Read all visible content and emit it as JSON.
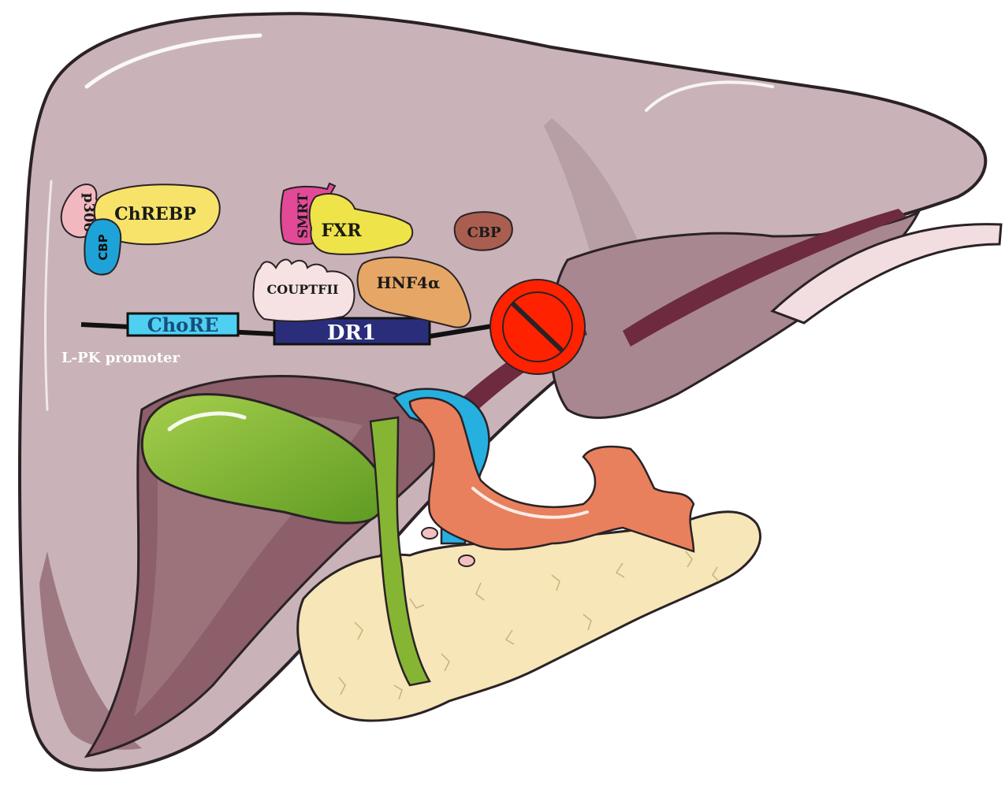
{
  "diagram": {
    "labels": {
      "p300": "p300",
      "cbp_left": "CBP",
      "chrebp": "ChREBP",
      "smrt": "SMRT",
      "fxr": "FXR",
      "cbp_right": "CBP",
      "couptfii": "COUPTFII",
      "hnf4a": "HNF4α",
      "chore": "ChoRE",
      "dr1": "DR1",
      "promoter": "L-PK promoter"
    },
    "colors": {
      "liver_fill": "#c9b3b8",
      "liver_outline": "#2a2226",
      "liver_shadow": "#8c5f6a",
      "liver_dark": "#6e2a3e",
      "gallbladder": "#86b533",
      "pancreas": "#f6e6b8",
      "artery": "#e8805d",
      "portal_vein": "#25b0e0",
      "chrebp": "#f7e36a",
      "p300": "#f2b8c0",
      "cbp_left": "#1ea3d8",
      "smrt": "#e24a98",
      "fxr": "#efe34a",
      "cbp_right": "#a95e4f",
      "couptfii": "#f6e2e2",
      "hnf4a": "#e6a766",
      "chore_box": "#4fd0f2",
      "dr1_box": "#2a2e7a",
      "no_sign": "#ff2200"
    },
    "icons": [
      "no-entry-icon"
    ]
  }
}
